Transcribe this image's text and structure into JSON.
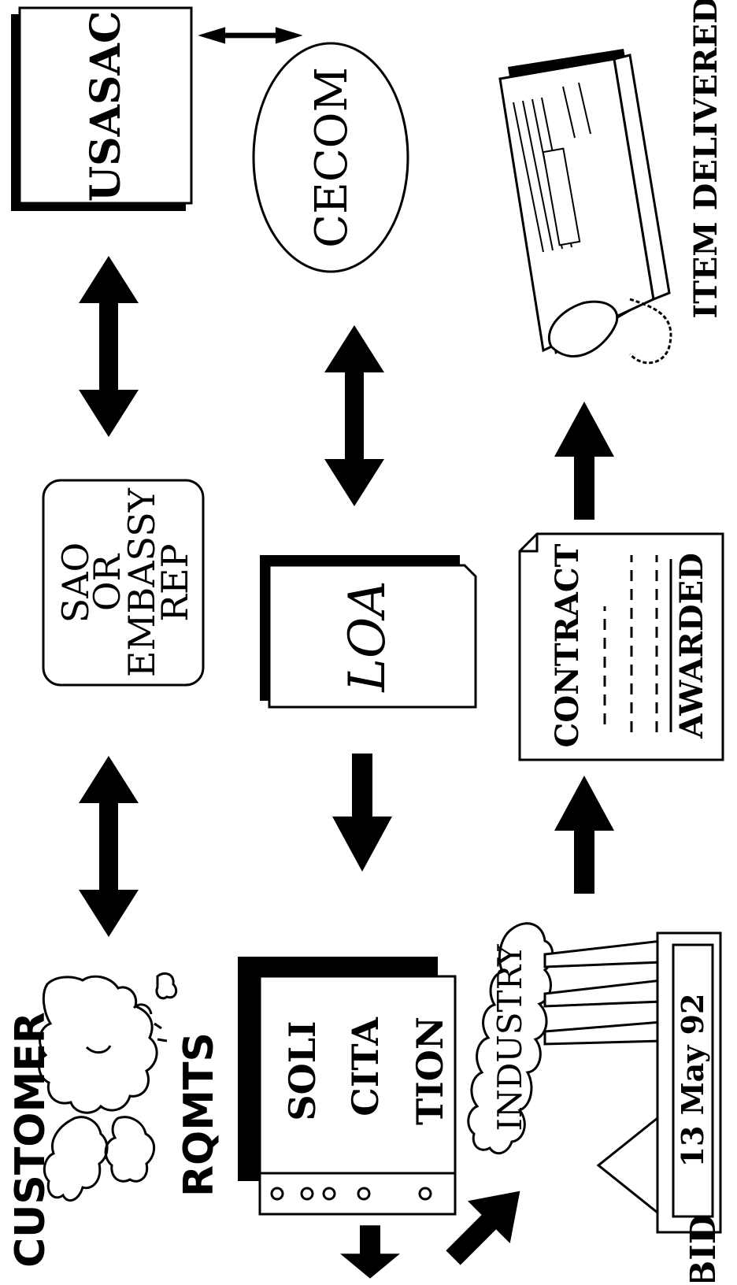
{
  "nodes": {
    "customer": "CUSTOMER",
    "rqmts": "RQMTS",
    "sao_line1": "SAO",
    "sao_line2": "OR",
    "sao_line3": "EMBASSY",
    "sao_line4": "REP",
    "usasac": "USASAC",
    "cecom": "CECOM",
    "loa": "LOA",
    "solicitation_line1": "SOLI",
    "solicitation_line2": "CITA",
    "solicitation_line3": "TION",
    "industry": "INDUSTRY",
    "bid_label": "BID",
    "bid_date": "13 May 92",
    "contract_title": "CONTRACT",
    "contract_status": "AWARDED",
    "item_delivered": "ITEM DELIVERED"
  },
  "colors": {
    "ink": "#000000",
    "paper": "#ffffff"
  }
}
